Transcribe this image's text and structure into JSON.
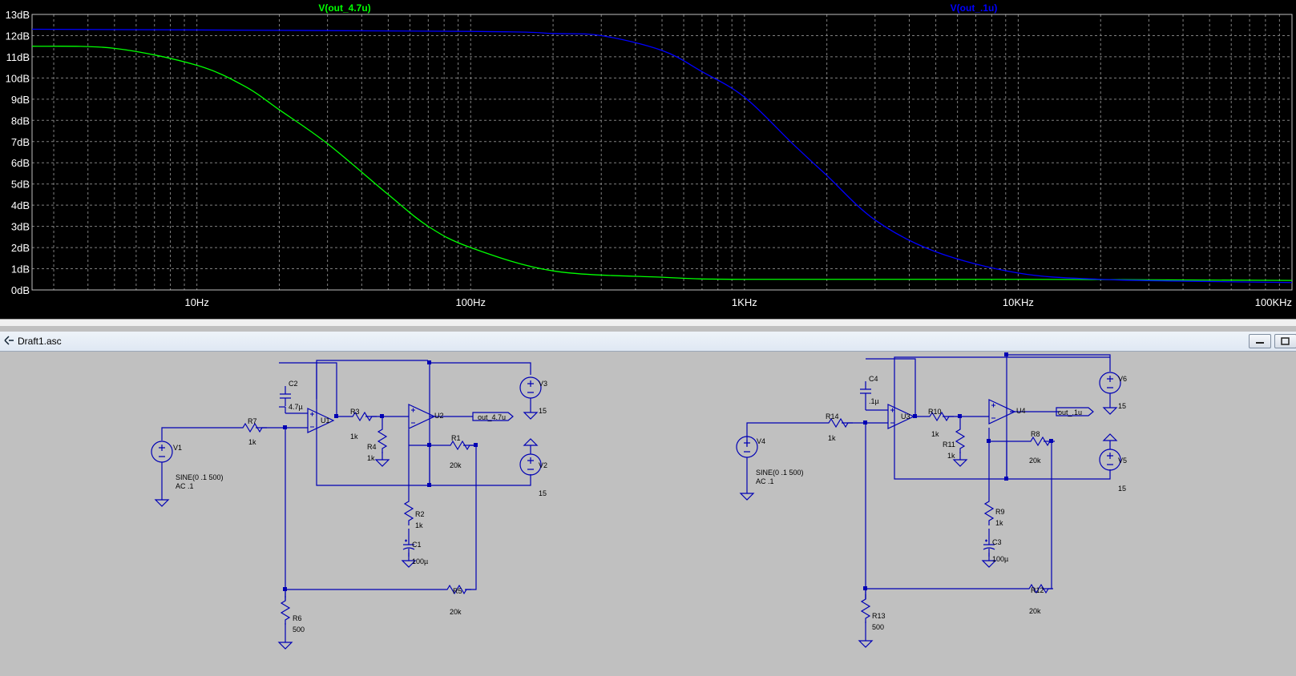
{
  "plot": {
    "traces": [
      {
        "label": "V(out_4.7u)",
        "color": "#00ff00"
      },
      {
        "label": "V(out_.1u)",
        "color": "#0000ff"
      }
    ],
    "y_labels": [
      "13dB",
      "12dB",
      "11dB",
      "10dB",
      "9dB",
      "8dB",
      "7dB",
      "6dB",
      "5dB",
      "4dB",
      "3dB",
      "2dB",
      "1dB",
      "0dB"
    ],
    "x_labels": [
      "10Hz",
      "100Hz",
      "1KHz",
      "10KHz",
      "100KHz"
    ]
  },
  "chart_data": {
    "type": "line",
    "x_scale": "log",
    "xlim_hz": [
      2.5,
      100000
    ],
    "ylim_db": [
      0,
      13
    ],
    "grid": true,
    "series": [
      {
        "name": "V(out_4.7u)",
        "x_hz": [
          2.5,
          5,
          10,
          15,
          20,
          30,
          50,
          70,
          100,
          200,
          500,
          1000,
          10000,
          100000
        ],
        "y_db": [
          11.5,
          11.4,
          10.6,
          9.6,
          8.5,
          6.9,
          4.5,
          3.0,
          2.0,
          0.9,
          0.6,
          0.5,
          0.5,
          0.45
        ]
      },
      {
        "name": "V(out_.1u)",
        "x_hz": [
          2.5,
          100,
          200,
          300,
          500,
          700,
          1000,
          1500,
          2000,
          3000,
          5000,
          10000,
          20000,
          50000,
          100000
        ],
        "y_db": [
          12.3,
          12.2,
          12.1,
          12.0,
          11.3,
          10.3,
          9.1,
          6.9,
          5.4,
          3.3,
          1.8,
          0.8,
          0.5,
          0.4,
          0.35
        ]
      }
    ]
  },
  "window": {
    "title": "Draft1.asc"
  },
  "schematic": {
    "left": {
      "V1": "V1",
      "V1_val": "SINE(0 .1 500)",
      "V1_ac": "AC .1",
      "R7": "R7",
      "R7_val": "1k",
      "C2": "C2",
      "C2_val": "4.7µ",
      "U1": "U1",
      "R3": "R3",
      "R3_val": "1k",
      "R4": "R4",
      "R4_val": "1k",
      "U2": "U2",
      "R1": "R1",
      "R1_val": "20k",
      "R2": "R2",
      "R2_val": "1k",
      "C1": "C1",
      "C1_val": "100µ",
      "R5": "R5",
      "R5_val": "20k",
      "R6": "R6",
      "R6_val": "500",
      "V3": "V3",
      "V3_val": "15",
      "V2": "V2",
      "V2_val": "15",
      "out": "out_4.7u"
    },
    "right": {
      "V4": "V4",
      "V4_val": "SINE(0 .1 500)",
      "V4_ac": "AC .1",
      "R14": "R14",
      "R14_val": "1k",
      "C4": "C4",
      "C4_val": ".1µ",
      "U3": "U3",
      "R10": "R10",
      "R10_val": "1k",
      "R11": "R11",
      "R11_val": "1k",
      "U4": "U4",
      "R8": "R8",
      "R8_val": "20k",
      "R9": "R9",
      "R9_val": "1k",
      "C3": "C3",
      "C3_val": "100µ",
      "R12": "R12",
      "R12_val": "20k",
      "R13": "R13",
      "R13_val": "500",
      "V6": "V6",
      "V6_val": "15",
      "V5": "V5",
      "V5_val": "15",
      "out": "out_.1u"
    }
  }
}
